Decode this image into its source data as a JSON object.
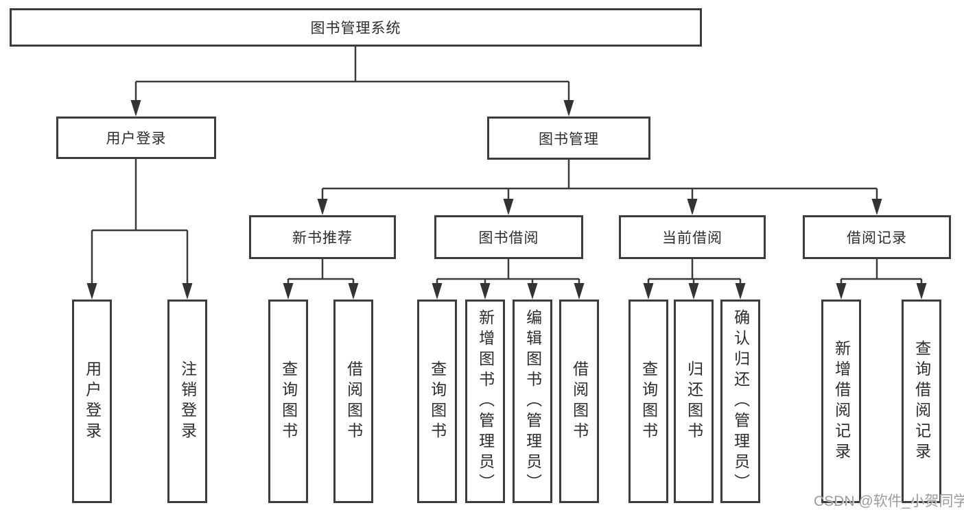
{
  "diagram": {
    "root": {
      "label": "图书管理系统"
    },
    "branches": [
      {
        "label": "用户登录",
        "children": [
          {
            "label": "用户登录"
          },
          {
            "label": "注销登录"
          }
        ]
      },
      {
        "label": "图书管理",
        "children": [
          {
            "label": "新书推荐",
            "children": [
              {
                "label": "查询图书"
              },
              {
                "label": "借阅图书"
              }
            ]
          },
          {
            "label": "图书借阅",
            "children": [
              {
                "label": "查询图书"
              },
              {
                "label": "新增图书（管理员）"
              },
              {
                "label": "编辑图书（管理员）"
              },
              {
                "label": "借阅图书"
              }
            ]
          },
          {
            "label": "当前借阅",
            "children": [
              {
                "label": "查询图书"
              },
              {
                "label": "归还图书"
              },
              {
                "label": "确认归还（管理员）"
              }
            ]
          },
          {
            "label": "借阅记录",
            "children": [
              {
                "label": "新增借阅记录"
              },
              {
                "label": "查询借阅记录"
              }
            ]
          }
        ]
      }
    ]
  },
  "watermark": {
    "text": "CSDN @软件_小贺同学"
  },
  "colors": {
    "background": "#ffffff",
    "line": "#3a3a3a",
    "box_border": "#3c3c3c",
    "text": "#2d2d2d",
    "watermark": "#9c9c9c"
  }
}
